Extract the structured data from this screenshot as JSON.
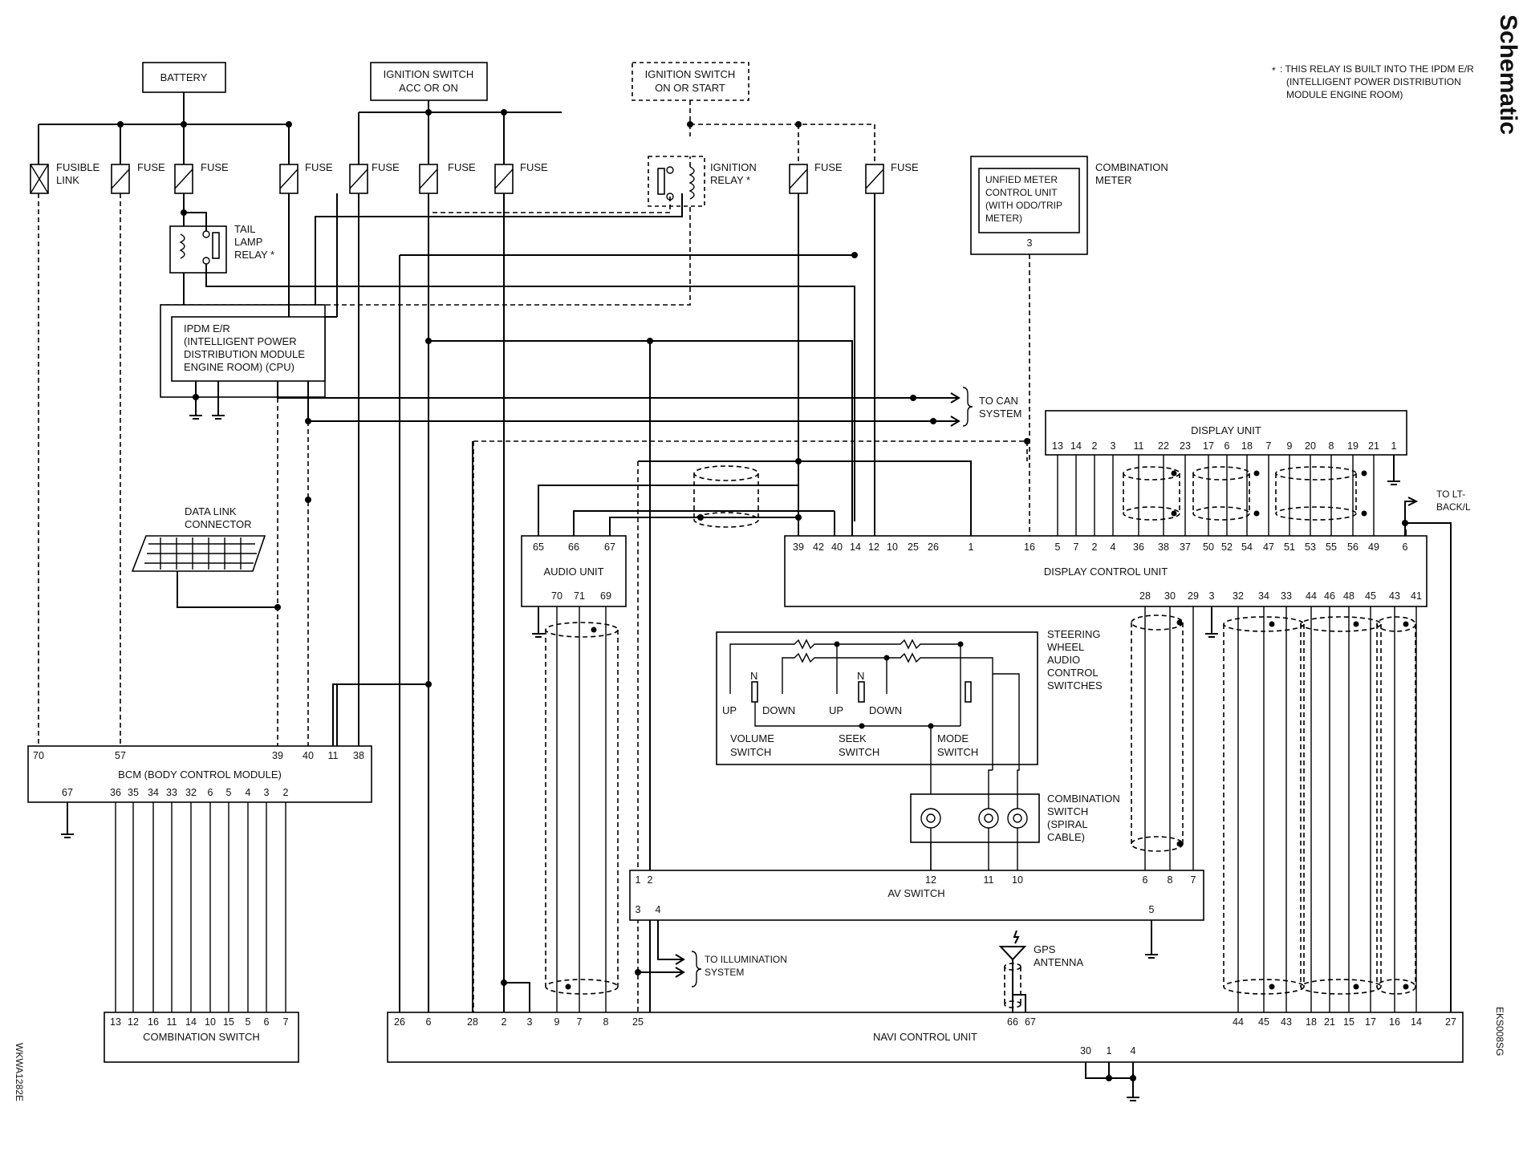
{
  "header": {
    "title": "Schematic",
    "note_marker": "*",
    "note_lines": [
      ": THIS RELAY IS BUILT INTO THE IPDM E/R",
      "(INTELLIGENT POWER DISTRIBUTION",
      "MODULE ENGINE ROOM)"
    ]
  },
  "codes": {
    "left": "WKWA1282E",
    "right": "EKS008SG"
  },
  "sources": {
    "battery": "BATTERY",
    "ign_acc": [
      "IGNITION SWITCH",
      "ACC OR ON"
    ],
    "ign_start": [
      "IGNITION SWITCH",
      "ON OR START"
    ]
  },
  "fuses": {
    "fusible_link": [
      "FUSIBLE",
      "LINK"
    ],
    "fuse": "FUSE",
    "ign_relay": [
      "IGNITION",
      "RELAY *"
    ],
    "tail_relay": [
      "TAIL",
      "LAMP",
      "RELAY *"
    ]
  },
  "ipdm": [
    "IPDM E/R",
    "(INTELLIGENT POWER",
    "DISTRIBUTION MODULE",
    "ENGINE ROOM) (CPU)"
  ],
  "data_link": [
    "DATA LINK",
    "CONNECTOR"
  ],
  "can": [
    "TO CAN",
    "SYSTEM"
  ],
  "combination_meter": {
    "label": [
      "COMBINATION",
      "METER"
    ],
    "inner": [
      "UNFIED METER",
      "CONTROL UNIT",
      "(WITH ODO/TRIP",
      "METER)"
    ],
    "pin": "3"
  },
  "display_unit": {
    "label": "DISPLAY UNIT",
    "pins": [
      "13",
      "14",
      "2",
      "3",
      "11",
      "22",
      "23",
      "17",
      "6",
      "18",
      "7",
      "9",
      "20",
      "8",
      "19",
      "21",
      "1"
    ]
  },
  "to_lt": [
    "TO LT-",
    "BACK/L"
  ],
  "audio_unit": {
    "label": "AUDIO UNIT",
    "top_pins": [
      "65",
      "66",
      "67"
    ],
    "bottom_pins": [
      "70",
      "71",
      "69"
    ]
  },
  "dcu": {
    "label": "DISPLAY CONTROL UNIT",
    "top_pins": [
      "39",
      "42",
      "40",
      "14",
      "12",
      "10",
      "25",
      "26",
      "1",
      "16",
      "5",
      "7",
      "2",
      "4",
      "36",
      "38",
      "37",
      "50",
      "52",
      "54",
      "47",
      "51",
      "53",
      "55",
      "56",
      "49",
      "6"
    ],
    "bottom_pins": [
      "28",
      "30",
      "29",
      "3",
      "32",
      "34",
      "33",
      "44",
      "46",
      "48",
      "45",
      "43",
      "41"
    ]
  },
  "steering": {
    "label": [
      "STEERING",
      "WHEEL",
      "AUDIO",
      "CONTROL",
      "SWITCHES"
    ],
    "up": "UP",
    "down": "DOWN",
    "n": "N",
    "volume": [
      "VOLUME",
      "SWITCH"
    ],
    "seek": [
      "SEEK",
      "SWITCH"
    ],
    "mode": [
      "MODE",
      "SWITCH"
    ]
  },
  "spiral": [
    "COMBINATION",
    "SWITCH",
    "(SPIRAL",
    "CABLE)"
  ],
  "bcm": {
    "label": "BCM (BODY CONTROL MODULE)",
    "top_pins": [
      "70",
      "57",
      "39",
      "40",
      "11",
      "38"
    ],
    "bottom_pins": [
      "67",
      "36",
      "35",
      "34",
      "33",
      "32",
      "6",
      "5",
      "4",
      "3",
      "2"
    ]
  },
  "comb_switch": {
    "label": "COMBINATION SWITCH",
    "pins": [
      "13",
      "12",
      "16",
      "11",
      "14",
      "10",
      "15",
      "5",
      "6",
      "7"
    ]
  },
  "av_switch": {
    "label": "AV SWITCH",
    "top_pins": [
      "1",
      "2",
      "12",
      "11",
      "10",
      "6",
      "8",
      "7"
    ],
    "bottom_pins": [
      "3",
      "4",
      "5"
    ]
  },
  "illumination": [
    "TO ILLUMINATION",
    "SYSTEM"
  ],
  "gps": [
    "GPS",
    "ANTENNA"
  ],
  "navi": {
    "label": "NAVI CONTROL UNIT",
    "top_pins": [
      "26",
      "6",
      "28",
      "2",
      "3",
      "9",
      "7",
      "8",
      "25",
      "66",
      "67",
      "44",
      "45",
      "43",
      "18",
      "21",
      "15",
      "17",
      "16",
      "14",
      "27"
    ],
    "bottom_pins": [
      "30",
      "1",
      "4"
    ]
  }
}
